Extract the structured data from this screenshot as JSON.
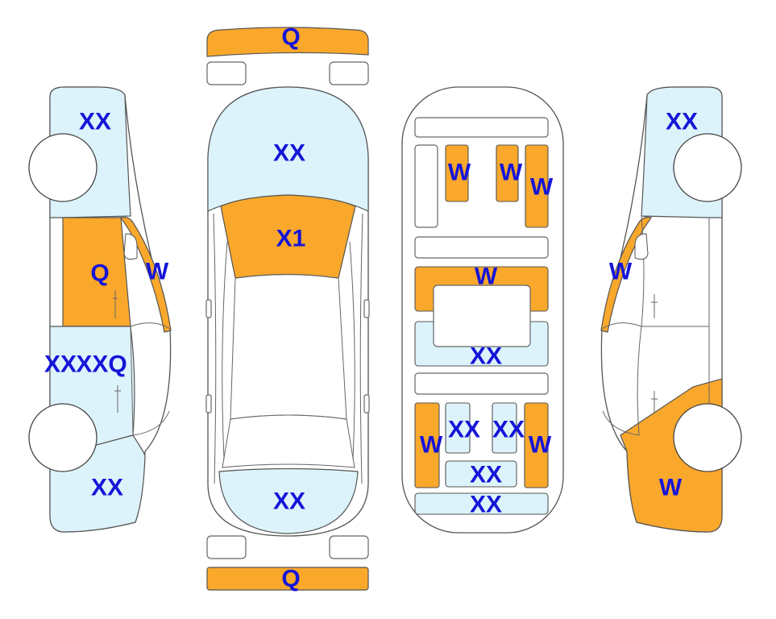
{
  "colors": {
    "damaged": "#F9A82B",
    "painted": "#DDF3FB",
    "label": "#1515D8",
    "outline": "#555555"
  },
  "panels": {
    "front_bumper": {
      "code": "Q",
      "state": "damaged"
    },
    "hood": {
      "code": "XX",
      "state": "painted"
    },
    "windshield": {
      "code": "X1",
      "state": "damaged"
    },
    "trunk": {
      "code": "XX",
      "state": "painted"
    },
    "rear_bumper": {
      "code": "Q",
      "state": "damaged"
    },
    "left_front_fender": {
      "code": "XX",
      "state": "painted"
    },
    "left_front_door": {
      "code": "Q",
      "state": "damaged"
    },
    "left_a_pillar": {
      "code": "W",
      "state": "damaged"
    },
    "left_rear_door_a": {
      "code": "XX",
      "state": "painted"
    },
    "left_rear_door_b": {
      "code": "XXQ",
      "state": "painted"
    },
    "left_rear_quarter": {
      "code": "XX",
      "state": "painted"
    },
    "right_front_fender": {
      "code": "XX",
      "state": "painted"
    },
    "right_a_pillar": {
      "code": "W",
      "state": "damaged"
    },
    "right_rear_quarter": {
      "code": "W",
      "state": "damaged"
    },
    "frame_front_left_rail": {
      "code": "W",
      "state": "damaged"
    },
    "frame_front_mid_rail": {
      "code": "W",
      "state": "damaged"
    },
    "frame_front_right_rail": {
      "code": "W",
      "state": "damaged"
    },
    "frame_crossmember": {
      "code": "W",
      "state": "damaged"
    },
    "frame_floor_panel": {
      "code": "XX",
      "state": "painted"
    },
    "frame_rear_left_rail": {
      "code": "W",
      "state": "damaged"
    },
    "frame_rear_left_inner": {
      "code": "XX",
      "state": "painted"
    },
    "frame_rear_right_inner": {
      "code": "XX",
      "state": "painted"
    },
    "frame_rear_right_rail": {
      "code": "W",
      "state": "damaged"
    },
    "frame_rear_floor": {
      "code": "XX",
      "state": "painted"
    },
    "frame_rear_panel": {
      "code": "XX",
      "state": "painted"
    }
  }
}
